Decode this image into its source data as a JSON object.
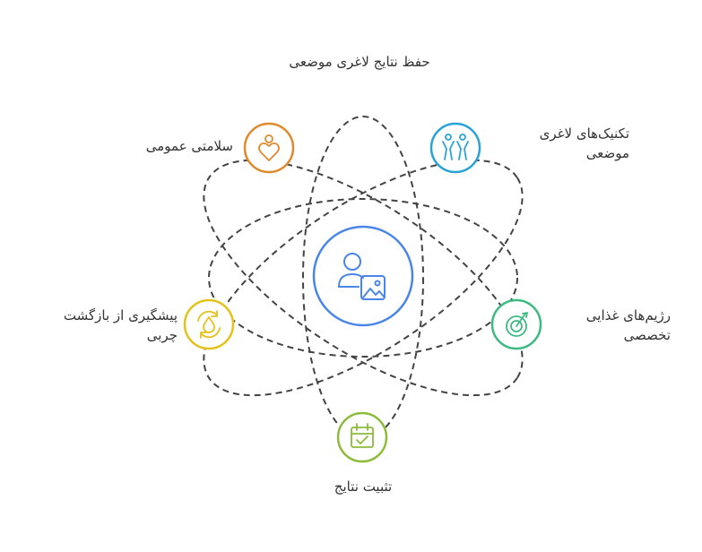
{
  "title": "حفظ نتایج لاغری موضعی",
  "center": {
    "icon": "user-image-icon",
    "color": "#4a86e8"
  },
  "nodes": [
    {
      "id": "slimming-techniques",
      "lines": [
        "تکنیک‌های لاغری",
        "موضعی"
      ],
      "icon": "body-figures-icon",
      "color": "#29a3d6"
    },
    {
      "id": "general-health",
      "lines": [
        "سلامتی عمومی"
      ],
      "icon": "heart-person-icon",
      "color": "#e08a2c"
    },
    {
      "id": "special-diets",
      "lines": [
        "رژیم‌های غذایی",
        "تخصصی"
      ],
      "icon": "leaf-target-icon",
      "color": "#3dba82"
    },
    {
      "id": "fat-regain-prevention",
      "lines": [
        "پیشگیری از بازگشت",
        "چربی"
      ],
      "icon": "drop-cycle-icon",
      "color": "#e4c21a"
    },
    {
      "id": "results-stabilization",
      "lines": [
        "تثبیت نتایج"
      ],
      "icon": "calendar-check-icon",
      "color": "#8dbb3c"
    }
  ],
  "orbit_color": "#444444"
}
